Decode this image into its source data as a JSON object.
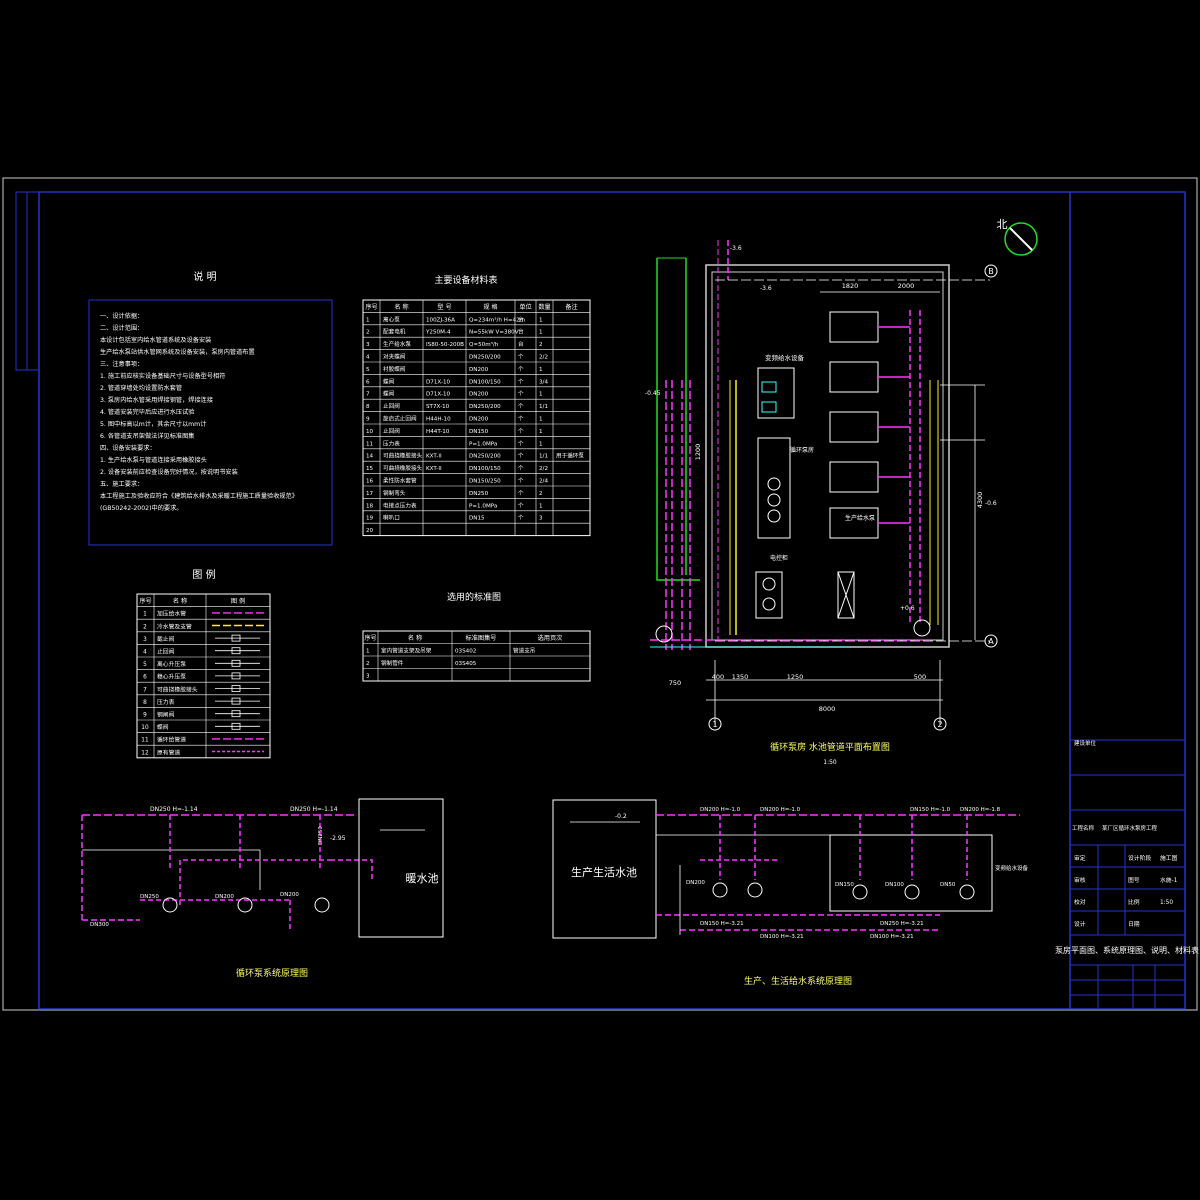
{
  "colors": {
    "background": "#000000",
    "frame": "#2233cc",
    "pipe_magenta": "#ff33ff",
    "pipe_green": "#22dd22",
    "pipe_yellow": "#ffee22",
    "pipe_cyan": "#33ffff",
    "text": "#ffffff"
  },
  "icons": {
    "north_arrow": "north-arrow-icon",
    "pump": "pump-icon"
  },
  "notes": {
    "title": "说  明",
    "lines": [
      "一、设计依据：",
      "二、设计范围：",
      "本设计包括室内给水管道系统及设备安装",
      "生产给水泵站供水管网系统及设备安装，泵房内管道布置",
      "三、注意事项：",
      "1. 施工前应核实设备基础尺寸与设备型号相符",
      "2. 管道穿墙处均设置防水套管",
      "3. 泵房内给水管采用焊接钢管，焊接连接",
      "4. 管道安装完毕后应进行水压试验",
      "5. 图中标高以m计，其余尺寸以mm计",
      "6. 各管道支吊架做法详见标准图集",
      "四、设备安装要求：",
      "1. 生产给水泵与管道连接采用橡胶接头",
      "2. 设备安装前应检查设备完好情况，按说明书安装",
      "五、施工要求：",
      "本工程施工及验收应符合《建筑给水排水及采暖工程施工质量验收规范》",
      "(GB50242-2002)中的要求。"
    ]
  },
  "equipment_table": {
    "title": "主要设备材料表",
    "headers": [
      "序号",
      "名  称",
      "型  号",
      "规  格",
      "单位",
      "数量",
      "备注"
    ],
    "rows": [
      [
        "1",
        "离心泵",
        "100ZJ-36A",
        "Q=234m³/h H=42m",
        "台",
        "1",
        ""
      ],
      [
        "2",
        "配套电机",
        "Y250M-4",
        "N=55kW V=380V",
        "台",
        "1",
        ""
      ],
      [
        "3",
        "生产给水泵",
        "IS80-50-200B",
        "Q=50m³/h",
        "台",
        "2",
        ""
      ],
      [
        "4",
        "对夹蝶阀",
        "",
        "DN250/200",
        "个",
        "2/2",
        ""
      ],
      [
        "5",
        "衬胶蝶阀",
        "",
        "DN200",
        "个",
        "1",
        ""
      ],
      [
        "6",
        "蝶阀",
        "D71X-10",
        "DN100/150",
        "个",
        "3/4",
        ""
      ],
      [
        "7",
        "蝶阀",
        "D71X-10",
        "DN200",
        "个",
        "1",
        ""
      ],
      [
        "8",
        "止回阀",
        "ST7X-10",
        "DN250/200",
        "个",
        "1/1",
        ""
      ],
      [
        "9",
        "旋启式止回阀",
        "H44H-10",
        "DN200",
        "个",
        "1",
        ""
      ],
      [
        "10",
        "止回阀",
        "H44T-10",
        "DN150",
        "个",
        "1",
        ""
      ],
      [
        "11",
        "压力表",
        "",
        "P=1.0MPa",
        "个",
        "1",
        ""
      ],
      [
        "14",
        "可曲挠橡胶接头",
        "KXT-II",
        "DN250/200",
        "个",
        "1/1",
        "用于循环泵"
      ],
      [
        "15",
        "可曲挠橡胶接头",
        "KXT-II",
        "DN100/150",
        "个",
        "2/2",
        ""
      ],
      [
        "16",
        "柔性防水套管",
        "",
        "DN150/250",
        "个",
        "2/4",
        ""
      ],
      [
        "17",
        "钢制弯头",
        "",
        "DN250",
        "个",
        "2",
        ""
      ],
      [
        "18",
        "电接点压力表",
        "",
        "P=1.0MPa",
        "个",
        "1",
        ""
      ],
      [
        "19",
        "喇叭口",
        "",
        "DN15",
        "个",
        "3",
        ""
      ],
      [
        "20",
        "",
        "",
        "",
        "",
        "",
        ""
      ]
    ]
  },
  "legend": {
    "title": "图  例",
    "headers": [
      "序号",
      "名  称",
      "图  例"
    ],
    "rows": [
      [
        "1",
        "加压给水管"
      ],
      [
        "2",
        "冷水管及支管"
      ],
      [
        "3",
        "截止阀"
      ],
      [
        "4",
        "止回阀"
      ],
      [
        "5",
        "离心升压泵"
      ],
      [
        "6",
        "稳心升压泵"
      ],
      [
        "7",
        "可曲挠橡胶接头"
      ],
      [
        "8",
        "压力表"
      ],
      [
        "9",
        "钢闸阀"
      ],
      [
        "10",
        "蝶阀"
      ],
      [
        "11",
        "循环给管道"
      ],
      [
        "12",
        "原有管道"
      ]
    ]
  },
  "std_table": {
    "title": "选用的标准图",
    "headers": [
      "序号",
      "名  称",
      "标准图集号",
      "选用页次"
    ],
    "rows": [
      [
        "1",
        "室内管道支架及吊架",
        "03S402",
        "管道支吊"
      ],
      [
        "2",
        "钢制管件",
        "03S405",
        ""
      ],
      [
        "3",
        "",
        "",
        ""
      ]
    ]
  },
  "plan": {
    "title": "循环泵房 水池管道平面布置图",
    "scale": "1:50",
    "north": "北",
    "axis_labels": [
      "B",
      "A",
      "1",
      "2"
    ],
    "room_labels": [
      "循环泵房",
      "变频给水设备",
      "生产给水泵",
      "电控柜"
    ],
    "dims": [
      "1820",
      "2000",
      "1200",
      "1350",
      "750",
      "8000",
      "400",
      "1250",
      "500",
      "4300"
    ],
    "elev_labels": [
      "-3.6",
      "-0.45",
      "-3.6",
      "-0.6",
      "+0.6"
    ]
  },
  "sys1": {
    "title": "循环泵系统原理图",
    "pipe_labels": [
      "DN250  H=-1.14",
      "DN250  H=-1.14",
      "DN250",
      "DN200",
      "DN250",
      "DN200",
      "DN300"
    ],
    "tank_label": "暖水池",
    "level_label": "-2.95"
  },
  "sys2": {
    "title": "生产、生活给水系统原理图",
    "tank_label": "生产生活水池",
    "level_top": "-0.2",
    "pipe_labels": [
      "DN200 H=-1.0",
      "DN200 H=-1.0",
      "DN150 H=-1.0",
      "DN200 H=-1.8",
      "DN150 H=-3.21",
      "DN100 H=-3.21",
      "DN250 H=-3.21",
      "DN100 H=-3.21",
      "DN200",
      "DN150",
      "DN100",
      "DN50"
    ],
    "device_label": "变频给水设备"
  },
  "title_block": {
    "project_label": "工程名称",
    "project": "某厂区循环水泵房工程",
    "drawing_title": "泵房平面图、系统原理图、说明、材料表",
    "fields": [
      [
        "审定",
        "",
        "设计阶段",
        "施工图"
      ],
      [
        "审核",
        "",
        "图号",
        "水施-1"
      ],
      [
        "校对",
        "",
        "比例",
        "1:50"
      ],
      [
        "设计",
        "",
        "日期",
        ""
      ]
    ],
    "sign_label": "建设单位"
  }
}
